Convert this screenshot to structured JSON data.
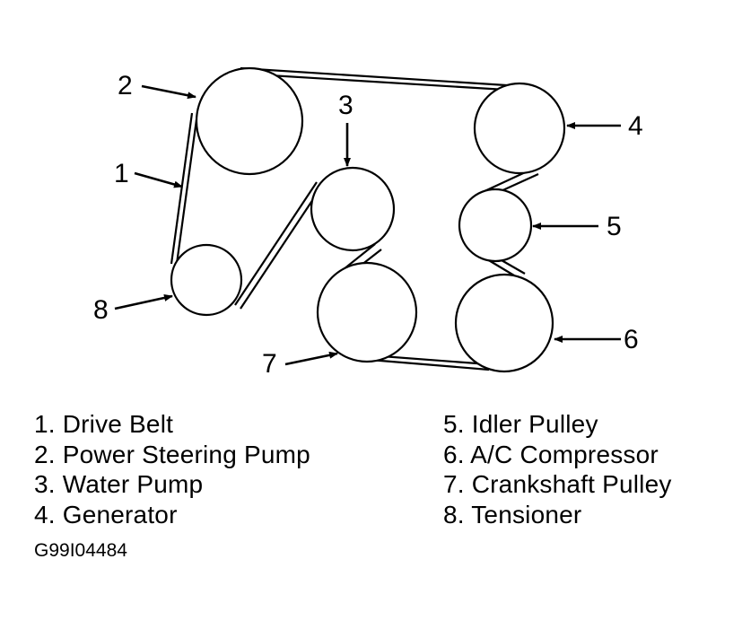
{
  "callouts": {
    "c1": "1",
    "c2": "2",
    "c3": "3",
    "c4": "4",
    "c5": "5",
    "c6": "6",
    "c7": "7",
    "c8": "8"
  },
  "legend": {
    "left": [
      "1. Drive Belt",
      "2. Power Steering Pump",
      "3. Water Pump",
      "4. Generator"
    ],
    "right": [
      "5. Idler Pulley",
      "6. A/C Compressor",
      "7. Crankshaft Pulley",
      "8. Tensioner"
    ]
  },
  "figure_id": "G99I04484"
}
